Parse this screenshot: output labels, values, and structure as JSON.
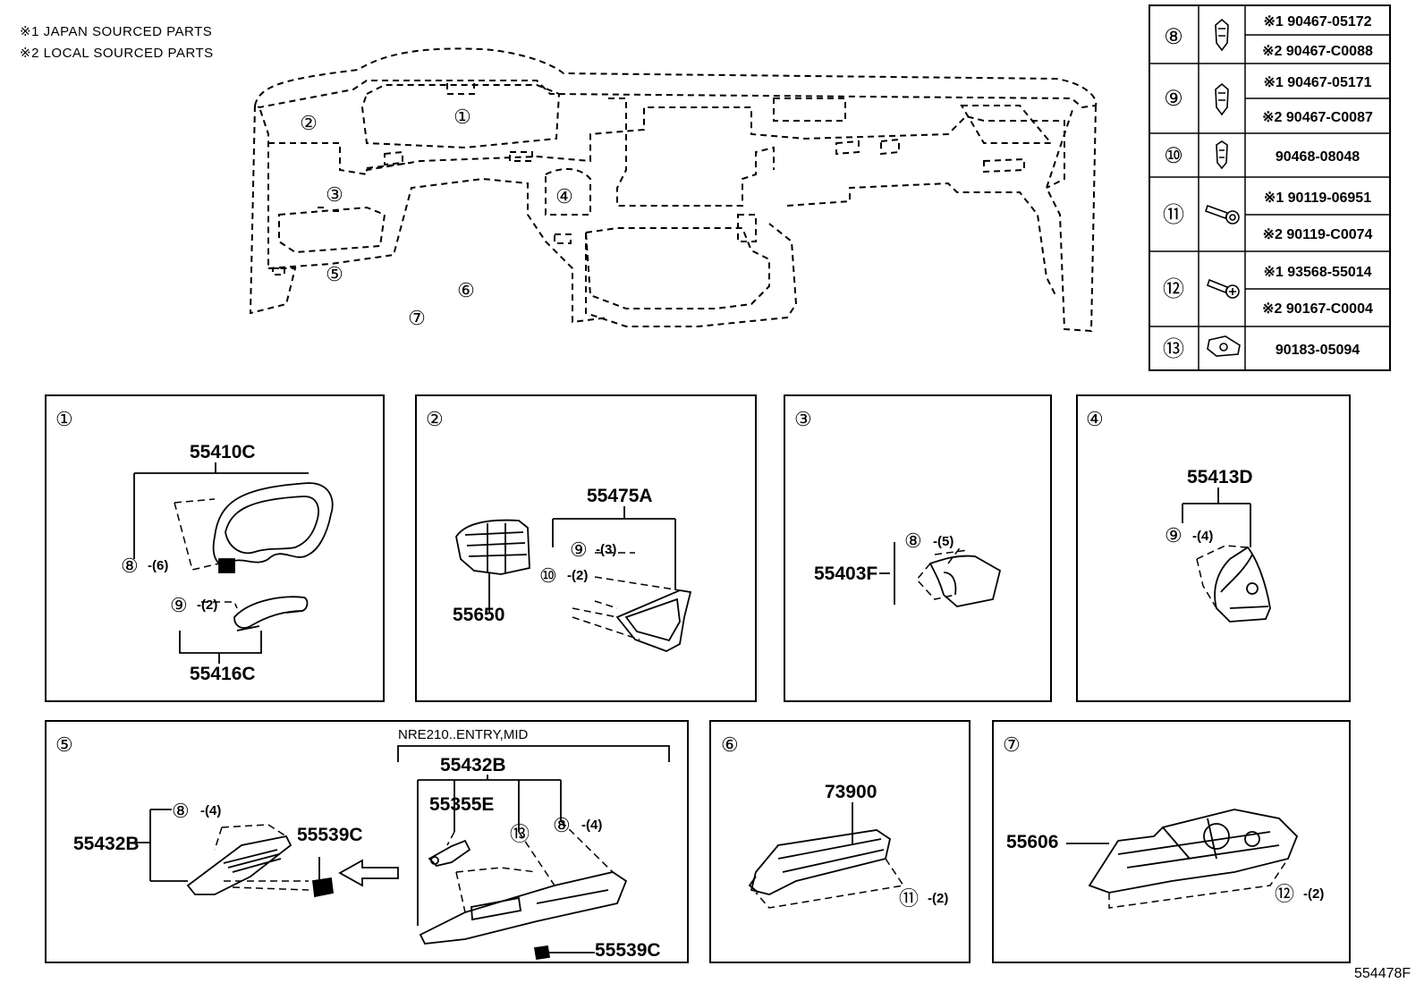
{
  "notes": [
    "※1 JAPAN SOURCED PARTS",
    "※2 LOCAL SOURCED PARTS"
  ],
  "overview_labels": [
    "①",
    "②",
    "③",
    "④",
    "⑤",
    "⑥",
    "⑦"
  ],
  "fastener_table": [
    {
      "ref": "⑧",
      "icon": "clip-icon",
      "parts": [
        "※1 90467-05172",
        "※2 90467-C0088"
      ]
    },
    {
      "ref": "⑨",
      "icon": "clip-icon",
      "parts": [
        "※1 90467-05171",
        "※2 90467-C0087"
      ]
    },
    {
      "ref": "⑩",
      "icon": "clip-icon",
      "parts": [
        "90468-08048"
      ]
    },
    {
      "ref": "⑪",
      "icon": "bolt-icon",
      "parts": [
        "※1 90119-06951",
        "※2 90119-C0074"
      ]
    },
    {
      "ref": "⑫",
      "icon": "screw-icon",
      "parts": [
        "※1 93568-55014",
        "※2 90167-C0004"
      ]
    },
    {
      "ref": "⑬",
      "icon": "nut-icon",
      "parts": [
        "90183-05094"
      ]
    }
  ],
  "panels": {
    "p1": {
      "label": "①",
      "parts": [
        "55410C",
        "55416C"
      ],
      "callouts": [
        "⑧",
        "-(6)",
        "⑨",
        "-(2)"
      ]
    },
    "p2": {
      "label": "②",
      "parts": [
        "55475A",
        "55650"
      ],
      "callouts": [
        "⑨",
        "-(3)",
        "⑩",
        "-(2)"
      ]
    },
    "p3": {
      "label": "③",
      "parts": [
        "55403F"
      ],
      "callouts": [
        "⑧",
        "-(5)"
      ]
    },
    "p4": {
      "label": "④",
      "parts": [
        "55413D"
      ],
      "callouts": [
        "⑨",
        "-(4)"
      ]
    },
    "p5": {
      "label": "⑤",
      "note": "NRE210..ENTRY,MID",
      "parts": [
        "55432B",
        "55355E",
        "55539C",
        "55432B",
        "55539C"
      ],
      "callouts": [
        "⑬",
        "⑧",
        "-(4)",
        "⑧",
        "-(4)"
      ]
    },
    "p6": {
      "label": "⑥",
      "parts": [
        "73900"
      ],
      "callouts": [
        "⑪",
        "-(2)"
      ]
    },
    "p7": {
      "label": "⑦",
      "parts": [
        "55606"
      ],
      "callouts": [
        "⑫",
        "-(2)"
      ]
    }
  },
  "diagram_code": "554478F"
}
